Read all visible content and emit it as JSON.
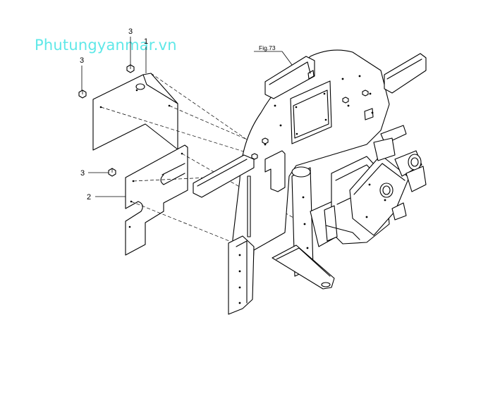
{
  "watermark": "Phutungyanmar.vn",
  "figure_ref": "Fig.73",
  "callouts": [
    {
      "id": "callout-1",
      "label": "1"
    },
    {
      "id": "callout-2",
      "label": "2"
    },
    {
      "id": "callout-3a",
      "label": "3"
    },
    {
      "id": "callout-3b",
      "label": "3"
    },
    {
      "id": "callout-3c",
      "label": "3"
    }
  ]
}
